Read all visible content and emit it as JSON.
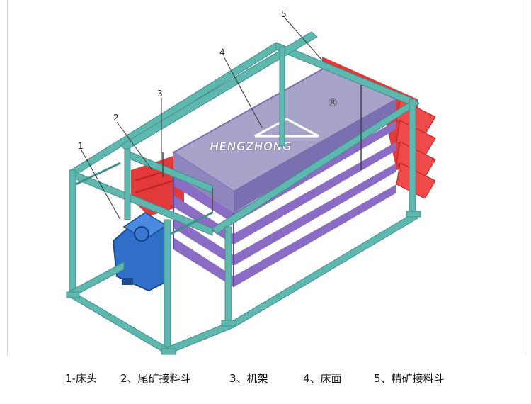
{
  "diagram": {
    "callouts": [
      "1",
      "2",
      "3",
      "4",
      "5"
    ],
    "brand_text": "HENGZHONG",
    "registered_mark": "®",
    "colors": {
      "frame": "#5fb8b0",
      "frame_dark": "#3f8f88",
      "deck": "#a8a4c9",
      "deck_dark": "#7a6fb0",
      "rail": "#8a6cc4",
      "head": "#2f6fc9",
      "hopper_red": "#e23a3a"
    },
    "icons": [
      "shaking-table-diagram"
    ]
  },
  "legend": {
    "item1": "1-床头",
    "item2": "2、尾矿接料斗",
    "item3": "3、机架",
    "item4": "4、床面",
    "item5": "5、精矿接料斗"
  }
}
